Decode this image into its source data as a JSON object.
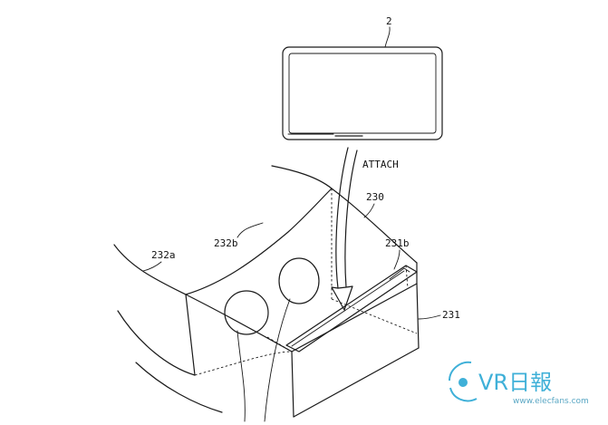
{
  "labels": {
    "device": "2",
    "attach": "ATTACH",
    "goggles": "230",
    "slot": "231b",
    "lens_side_a": "232a",
    "lens_side_b": "232b",
    "body": "231"
  },
  "watermark": {
    "brand": "VR日報",
    "site": "www.elecfans.com",
    "color": "#3fb0d8"
  }
}
